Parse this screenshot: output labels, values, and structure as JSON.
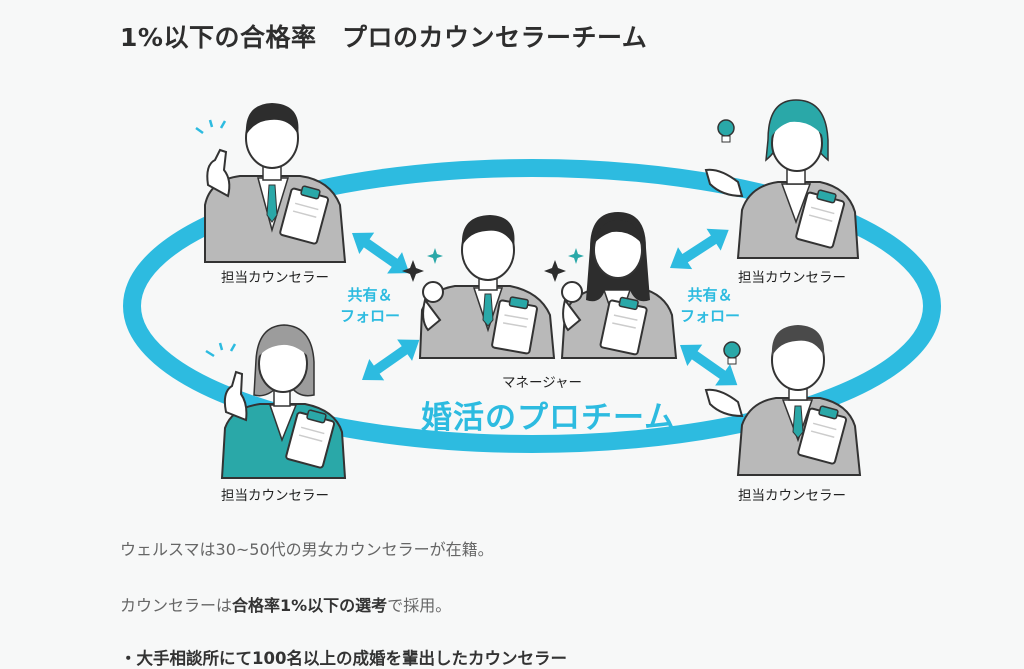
{
  "page": {
    "title": "1%以下の合格率　プロのカウンセラーチーム"
  },
  "diagram": {
    "counselor_label": "担当カウンセラー",
    "share_line1": "共有＆",
    "share_line2": "フォロー",
    "manager_label": "マネージャー",
    "team_name": "婚活のプロチーム",
    "colors": {
      "accent": "#2dbbe0",
      "teal": "#2aa8a8",
      "suit_gray": "#b9b9b9",
      "outline": "#333333"
    }
  },
  "body": {
    "para1": "ウェルスマは30~50代の男女カウンセラーが在籍。",
    "para2_pre": "カウンセラーは",
    "para2_bold": "合格率1%以下の選考",
    "para2_post": "で採用。",
    "bullet1": "・大手相談所にて100名以上の成婚を輩出したカウンセラー"
  }
}
